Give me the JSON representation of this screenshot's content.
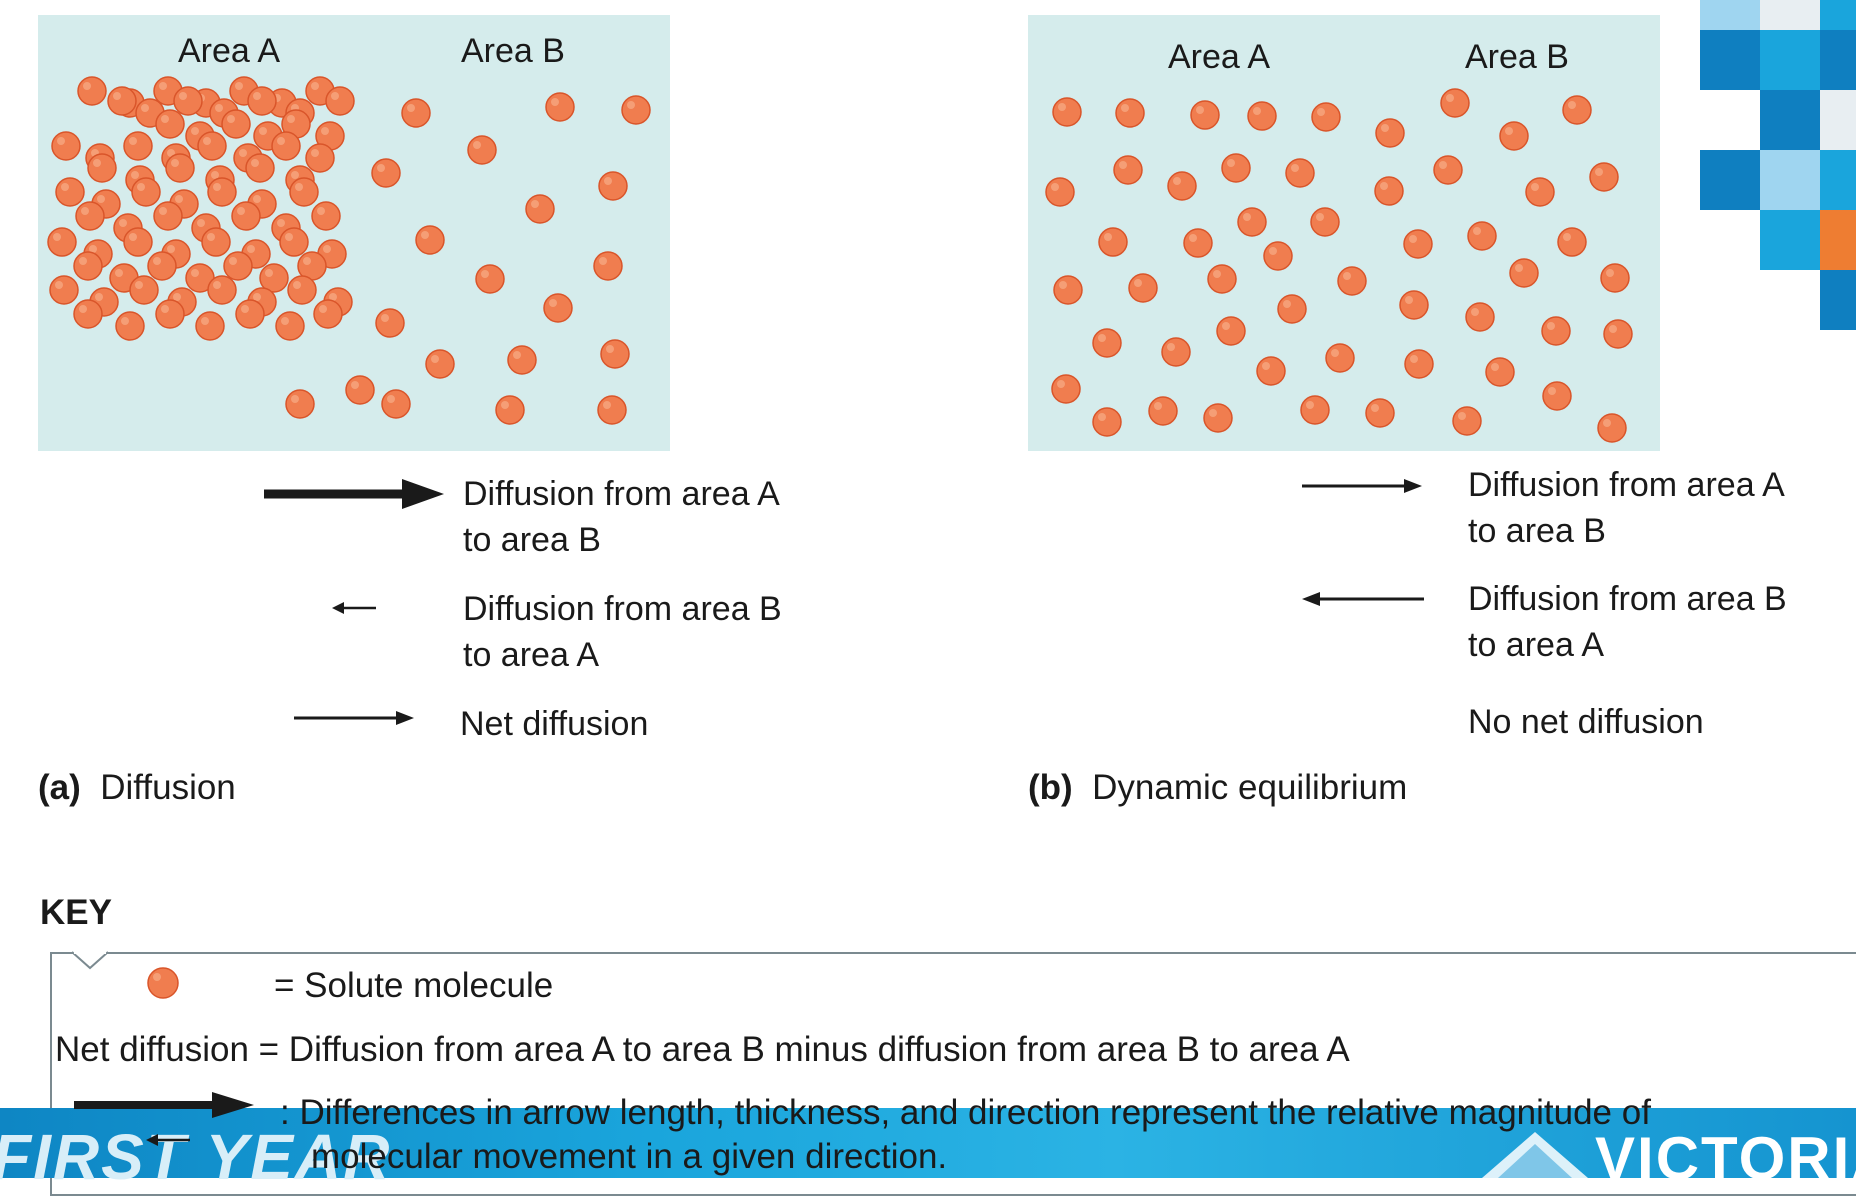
{
  "panel_a": {
    "label_a": "Area A",
    "label_b": "Area B",
    "legend": {
      "ab_line1": "Diffusion from area A",
      "ab_line2": "to area B",
      "ba_line1": "Diffusion from area B",
      "ba_line2": "to area A",
      "net": "Net diffusion"
    },
    "caption_letter": "(a)",
    "caption_text": "Diffusion"
  },
  "panel_b": {
    "label_a": "Area A",
    "label_b": "Area B",
    "legend": {
      "ab_line1": "Diffusion from area A",
      "ab_line2": "to area B",
      "ba_line1": "Diffusion from area B",
      "ba_line2": "to area A",
      "net": "No net diffusion"
    },
    "caption_letter": "(b)",
    "caption_text": "Dynamic equilibrium"
  },
  "key": {
    "title": "KEY",
    "solute": "= Solute molecule",
    "net_def": "Net diffusion = Diffusion from area A to area B minus diffusion from area B to area A",
    "arrow_note_1": ":  Differences in arrow length, thickness, and direction represent the relative magnitude of",
    "arrow_note_2": "molecular movement in a given direction."
  },
  "banner": {
    "left_text": "FIRST YEAR",
    "right_text": "VICTORIA"
  },
  "colors": {
    "panel_bg": "#d5ecec",
    "molecule": "#f07d4f",
    "molecule_edge": "#d9552a"
  }
}
